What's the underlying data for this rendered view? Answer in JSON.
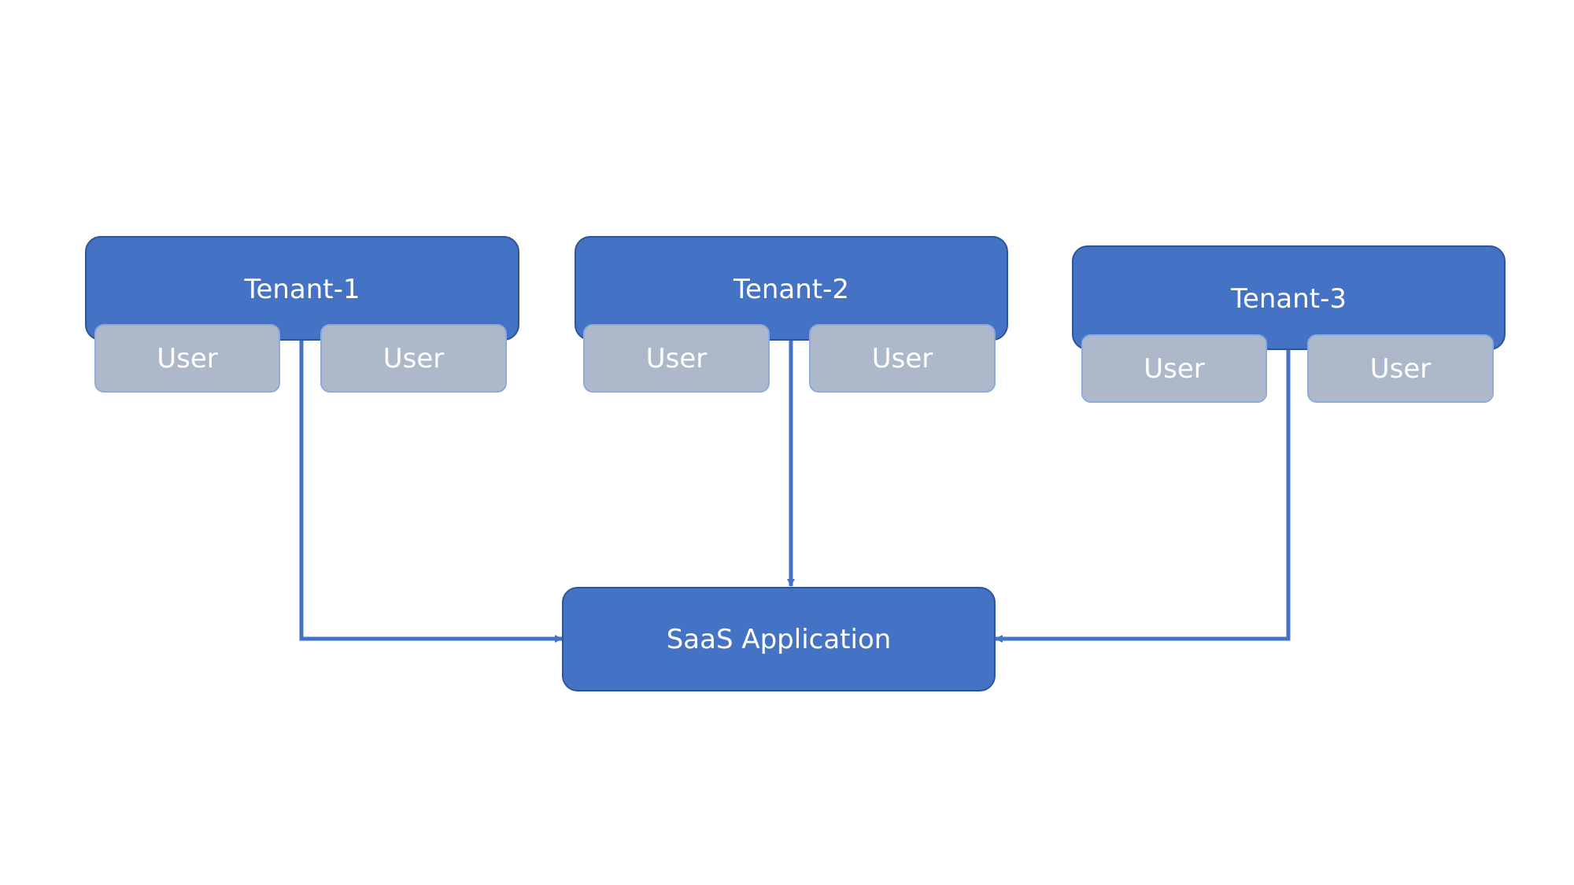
{
  "tenants": [
    {
      "label": "Tenant-1",
      "users": [
        "User",
        "User"
      ]
    },
    {
      "label": "Tenant-2",
      "users": [
        "User",
        "User"
      ]
    },
    {
      "label": "Tenant-3",
      "users": [
        "User",
        "User"
      ]
    }
  ],
  "application": {
    "label": "SaaS Application"
  },
  "colors": {
    "box_fill": "#4472C4",
    "box_border": "#2F5597",
    "user_fill": "#ADB9CA",
    "user_border": "#8EAADB",
    "connector": "#4472C4",
    "text": "#FFFFFF"
  }
}
